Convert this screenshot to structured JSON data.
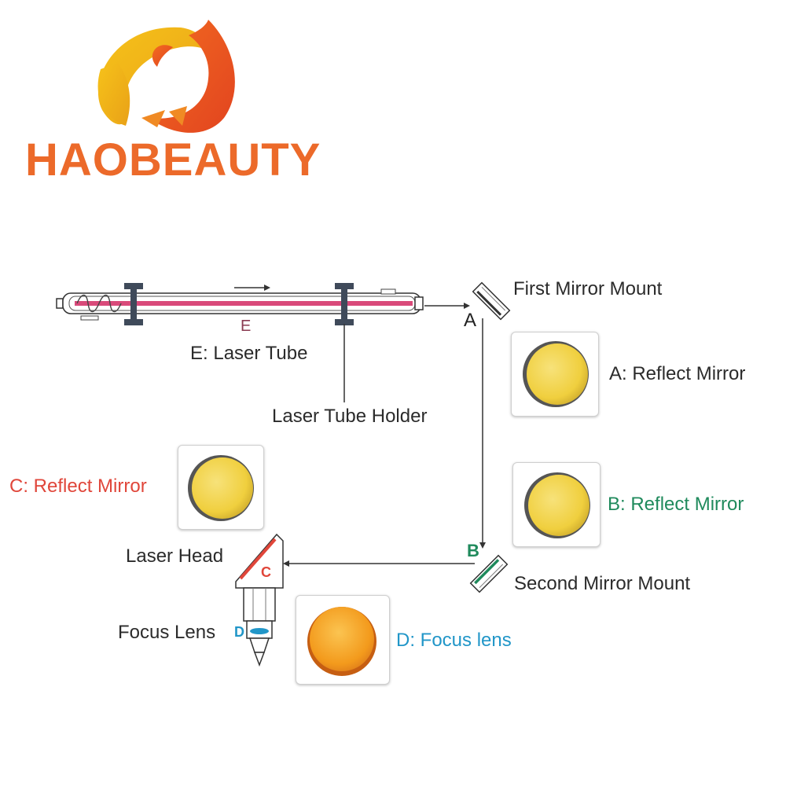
{
  "brand": {
    "name": "HAOBEAUTY",
    "colors": {
      "primary": "#ec6a2a",
      "secondary": "#f3b21c"
    }
  },
  "diagram": {
    "markers": {
      "a": "A",
      "b": "B",
      "c": "C",
      "d": "D",
      "e": "E"
    },
    "labels": {
      "first_mirror_mount": "First Mirror Mount",
      "second_mirror_mount": "Second Mirror Mount",
      "laser_tube": "E: Laser Tube",
      "laser_tube_holder": "Laser Tube Holder",
      "laser_head": "Laser Head",
      "focus_lens": "Focus Lens"
    },
    "parts": {
      "a_reflect_mirror": "A: Reflect Mirror",
      "b_reflect_mirror": "B: Reflect Mirror",
      "c_reflect_mirror": "C: Reflect Mirror",
      "d_focus_lens": "D: Focus lens"
    },
    "colors": {
      "beam": "#d94a7a",
      "mirror_gold": "#f2d449",
      "lens_orange": "#f39a1c",
      "label_red": "#e0463a",
      "label_green": "#1f8a5c",
      "label_blue": "#2196c8"
    }
  }
}
